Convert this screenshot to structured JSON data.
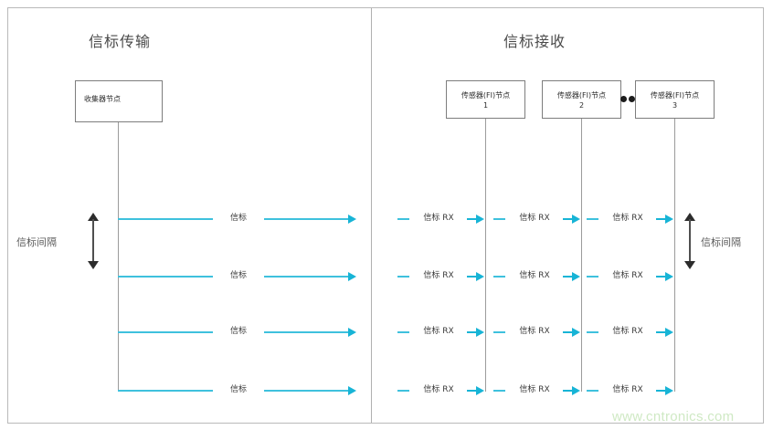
{
  "diagram": {
    "watermark": "www.cntronics.com",
    "accent_color": "#3ec1dd",
    "arrow_color": "#17b4d6",
    "box_border_color": "#7d7d7d",
    "frame_color": "#b9b9b9",
    "watermark_color": "#cfe9c4",
    "interval_arrow_color": "#2c2c2c"
  },
  "left_panel": {
    "title": "信标传输",
    "node": {
      "label": "收集器节点"
    },
    "interval": {
      "label": "信标间隔"
    },
    "beacons": [
      {
        "label": "信标"
      },
      {
        "label": "信标"
      },
      {
        "label": "信标"
      },
      {
        "label": "信标"
      }
    ]
  },
  "right_panel": {
    "title": "信标接收",
    "ellipsis": "••",
    "nodes": [
      {
        "label": "传感器(FI)节点",
        "number": "1"
      },
      {
        "label": "传感器(FI)节点",
        "number": "2"
      },
      {
        "label": "传感器(FI)节点",
        "number": "3"
      }
    ],
    "interval": {
      "label": "信标间隔"
    },
    "rx_rows": [
      {
        "cells": [
          {
            "label": "信标 RX"
          },
          {
            "label": "信标 RX"
          },
          {
            "label": "信标 RX"
          }
        ]
      },
      {
        "cells": [
          {
            "label": "信标 RX"
          },
          {
            "label": "信标 RX"
          },
          {
            "label": "信标 RX"
          }
        ]
      },
      {
        "cells": [
          {
            "label": "信标 RX"
          },
          {
            "label": "信标 RX"
          },
          {
            "label": "信标 RX"
          }
        ]
      },
      {
        "cells": [
          {
            "label": "信标 RX"
          },
          {
            "label": "信标 RX"
          },
          {
            "label": "信标 RX"
          }
        ]
      }
    ]
  }
}
